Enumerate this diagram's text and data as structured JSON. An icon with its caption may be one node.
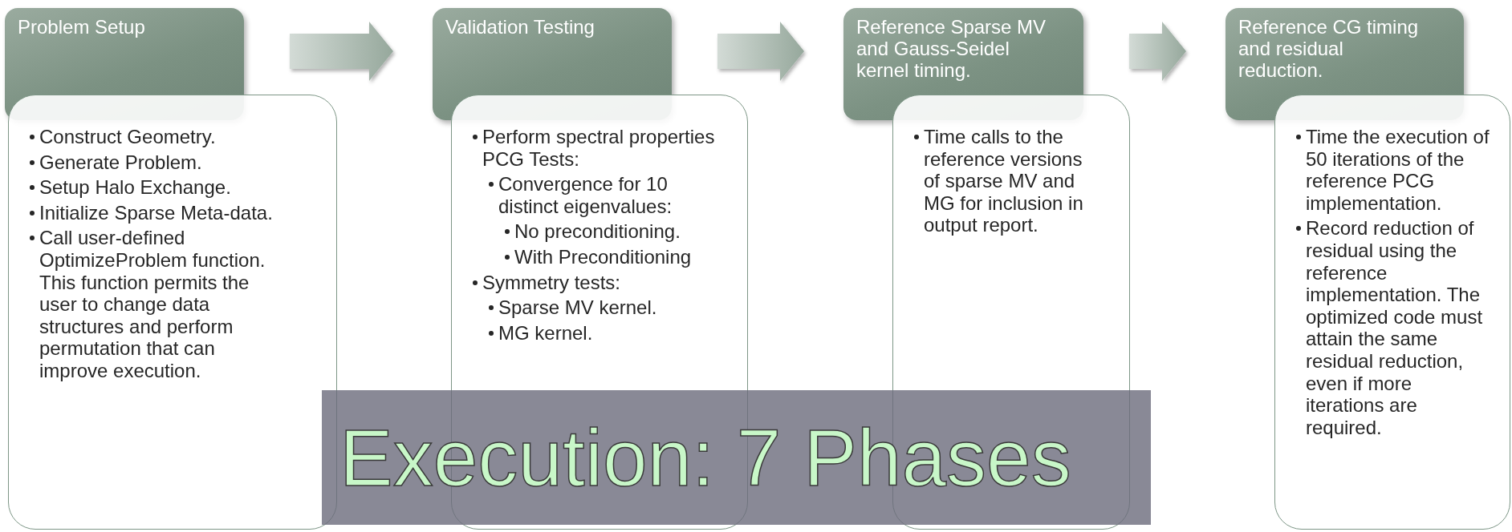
{
  "diagram": {
    "nodes": [
      {
        "text": [
          "Problem Setup"
        ]
      },
      {
        "text": [
          "Construct Geometry.",
          "Generate Problem.",
          "Setup Halo Exchange.",
          "Initialize Sparse Meta-data.",
          "Call user-defined OptimizeProblem function. This function permits the user to change data structures and perform permutation that can improve execution."
        ]
      },
      {
        "text": [
          "Validation Testing"
        ]
      },
      {
        "text": [
          "Perform spectral properties PCG Tests:",
          "Convergence for 10 distinct eigenvalues:",
          "No preconditioning.",
          "With Preconditioning",
          "Symmetry tests:",
          "Sparse MV kernel.",
          "MG kernel."
        ]
      },
      {
        "text": [
          "Reference Sparse MV and Gauss-Seidel kernel timing."
        ]
      },
      {
        "text": [
          "Time calls to the reference versions of sparse MV and MG for inclusion in output report."
        ]
      },
      {
        "text": [
          "Reference CG timing and residual reduction."
        ]
      },
      {
        "text": [
          "Time the execution of 50 iterations of the reference PCG implementation.",
          "Record reduction of residual using the reference implementation. The optimized code must attain the same residual reduction, even if more iterations are required."
        ]
      },
      {
        "text": [
          "Execution: 7 Phases"
        ]
      }
    ],
    "edges": [
      {
        "from": 0,
        "to": 2,
        "arrow": "to"
      },
      {
        "from": 2,
        "to": 4,
        "arrow": "to"
      },
      {
        "from": 4,
        "to": 6,
        "arrow": "to"
      }
    ]
  }
}
